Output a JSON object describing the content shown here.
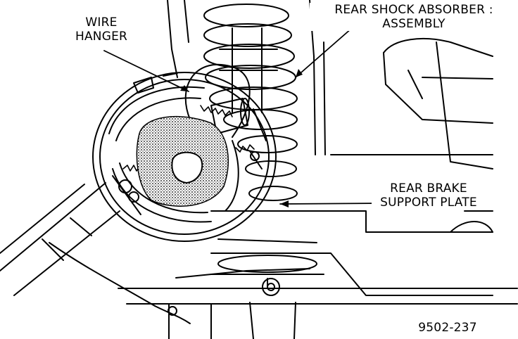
{
  "labels": {
    "wire_hanger": {
      "line1": "WIRE",
      "line2": "HANGER"
    },
    "rear_shock_absorber": {
      "line1": "REAR SHOCK ABSORBER :",
      "line2": "ASSEMBLY"
    },
    "rear_brake_support_plate": {
      "line1": "REAR BRAKE",
      "line2": "SUPPORT PLATE"
    }
  },
  "figure_number": "9502-237",
  "colors": {
    "ink": "#000000",
    "paper": "#ffffff",
    "shade": "#9a9a9a"
  }
}
